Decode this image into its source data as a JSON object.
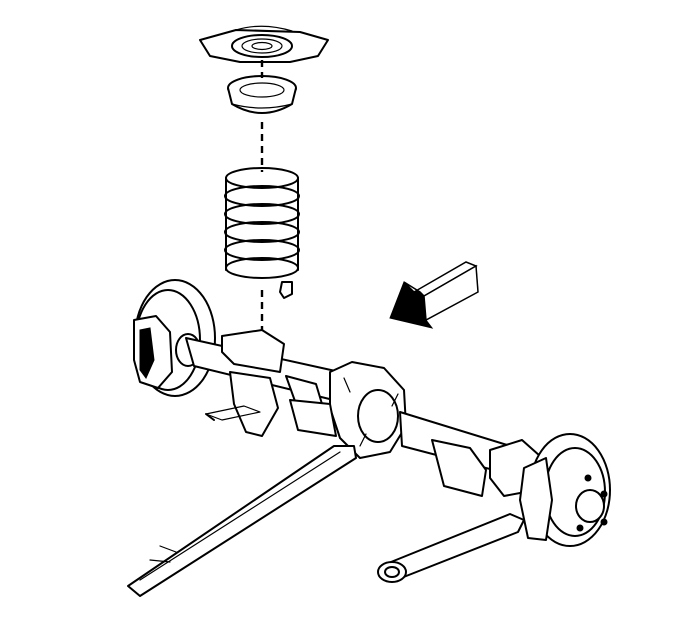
{
  "diagram": {
    "type": "exploded-view illustration",
    "parts": [
      "upper-spring-mount",
      "spring-insulator",
      "coil-spring",
      "rear-axle",
      "control-arm",
      "brake-rotor"
    ],
    "arrow": "pointing-left",
    "colors": {
      "line": "#000000",
      "background": "#ffffff"
    }
  }
}
